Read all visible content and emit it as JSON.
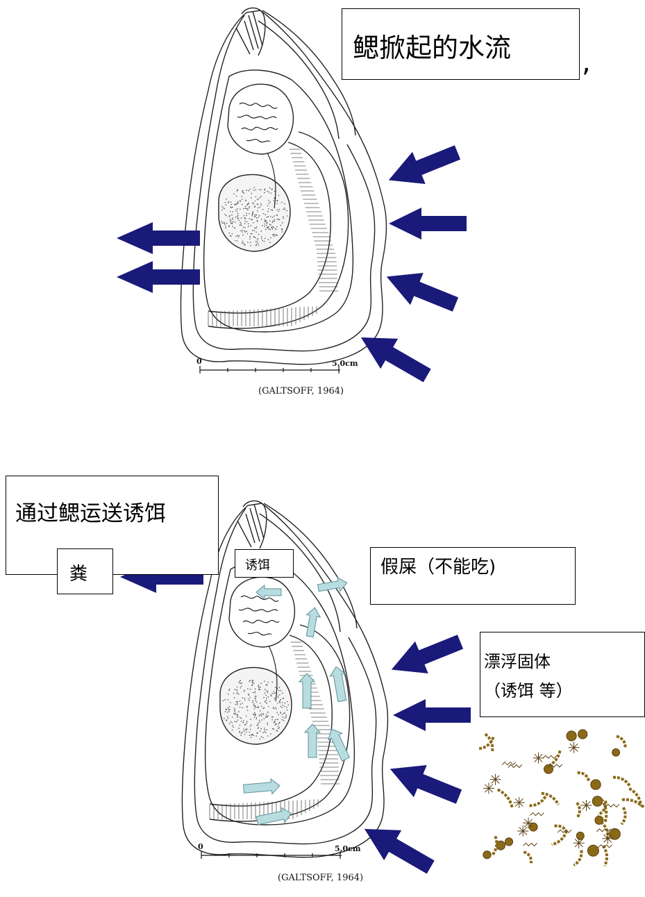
{
  "top_panel": {
    "label": "鳃掀起的水流",
    "scale_start": "0",
    "scale_end": "5.0cm",
    "citation": "(GALTSOFF, 1964)"
  },
  "bottom_panel": {
    "title": "通过鳃运送诱饵",
    "bait_label": "诱饵",
    "pseudofeces_label": "假屎（不能吃)",
    "floating_solids_line1": "漂浮固体",
    "floating_solids_line2": "（诱饵 等）",
    "feces_label": "粪",
    "scale_start": "0",
    "scale_end": "5.0cm",
    "citation": "(GALTSOFF, 1964)"
  },
  "colors": {
    "water_arrow": "#1a1a7a",
    "flow_arrow": "#b7dde0",
    "flow_arrow_border": "#5d8f95",
    "particle": "#8a6a18",
    "particle_dark": "#5a3d10"
  }
}
